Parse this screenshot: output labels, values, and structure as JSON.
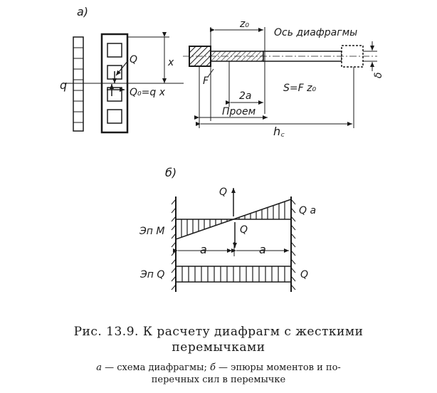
{
  "figure_a": {
    "panel_label": "а)",
    "label_q": "q",
    "label_Q": "Q",
    "label_x": "x",
    "label_Q0": "Q₀=q x",
    "label_z0": "z₀",
    "label_axis": "Ось диафрагмы",
    "label_F": "F",
    "label_S": "S=F z₀",
    "label_2a": "2a",
    "label_opening": "Проем",
    "label_hc": "h꜀",
    "label_delta": "δ"
  },
  "figure_b": {
    "panel_label": "б)",
    "label_Q_top": "Q",
    "label_Qa": "Q a",
    "label_epM": "Эп M",
    "label_Q_mid": "Q",
    "label_a_left": "a",
    "label_a_right": "a",
    "label_epQ": "Эп Q",
    "label_Q_right": "Q"
  },
  "caption": {
    "title_line1": "Рис. 13.9. К расчету диафрагм с жесткими",
    "title_line2": "перемычками",
    "legend_a": "а",
    "legend_text1": " — схема диафрагмы; ",
    "legend_b": "б",
    "legend_text2": " — эпюры моментов и по-",
    "legend_line2": "перечных сил в перемычке"
  }
}
